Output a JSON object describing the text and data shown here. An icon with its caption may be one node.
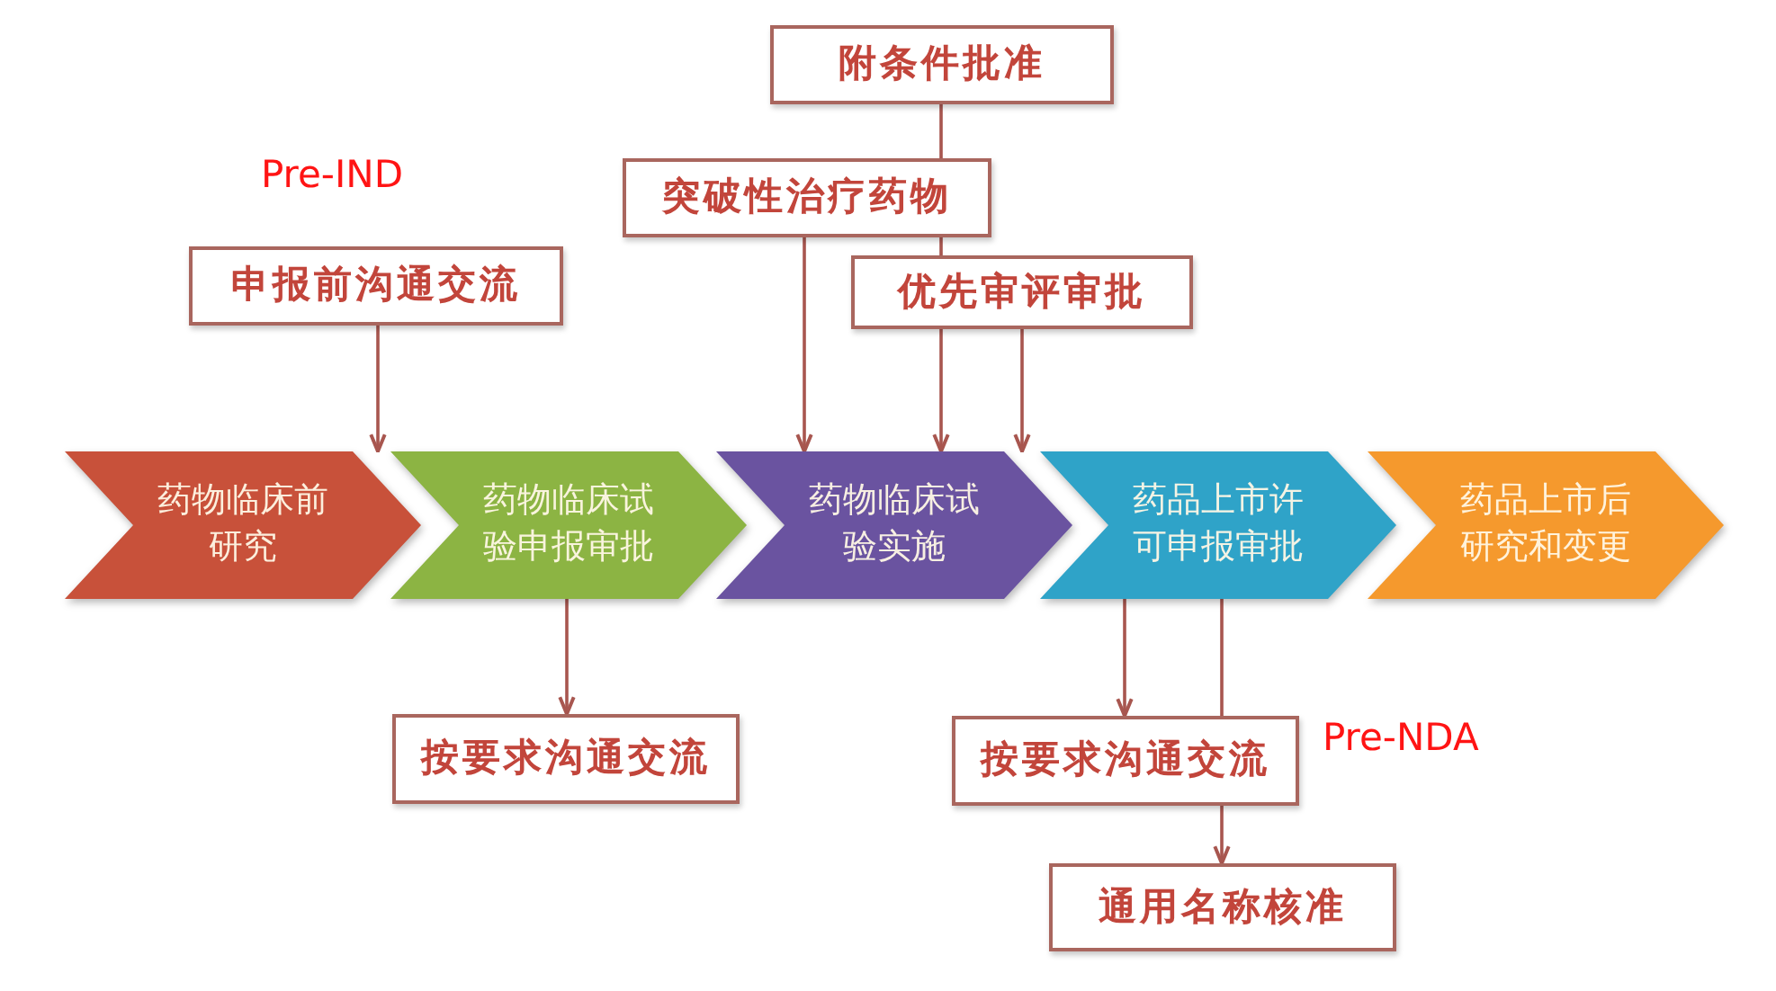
{
  "diagram": {
    "nodes": [
      {
        "text": [
          "附条件批准"
        ]
      },
      {
        "text": [
          "突破性治疗药物"
        ]
      },
      {
        "text": [
          "申报前沟通交流"
        ]
      },
      {
        "text": [
          "优先审评审批"
        ]
      },
      {
        "text": [
          "药物临床前研究"
        ]
      },
      {
        "text": [
          "药物临床试验申报审批"
        ]
      },
      {
        "text": [
          "药物临床试验实施"
        ]
      },
      {
        "text": [
          "药品上市许可申报审批"
        ]
      },
      {
        "text": [
          "药品上市后研究和变更"
        ]
      },
      {
        "text": [
          "按要求沟通交流"
        ]
      },
      {
        "text": [
          "按要求沟通交流"
        ]
      },
      {
        "text": [
          "通用名称核准"
        ]
      }
    ],
    "edges": [
      {
        "from": 0,
        "to": 1,
        "arrow": "none"
      },
      {
        "from": 1,
        "to": 3,
        "arrow": "none"
      },
      {
        "from": 3,
        "to": 6,
        "arrow": "to"
      },
      {
        "from": 1,
        "to": 6,
        "arrow": "to"
      },
      {
        "from": 3,
        "to": 7,
        "arrow": "to"
      },
      {
        "from": 2,
        "to": 5,
        "arrow": "to"
      },
      {
        "from": 5,
        "to": 9,
        "arrow": "to"
      },
      {
        "from": 7,
        "to": 10,
        "arrow": "to"
      },
      {
        "from": 7,
        "to": 10,
        "arrow": "none"
      },
      {
        "from": 10,
        "to": 11,
        "arrow": "to"
      }
    ],
    "labels": [
      "Pre-IND",
      "Pre-NDA"
    ]
  }
}
